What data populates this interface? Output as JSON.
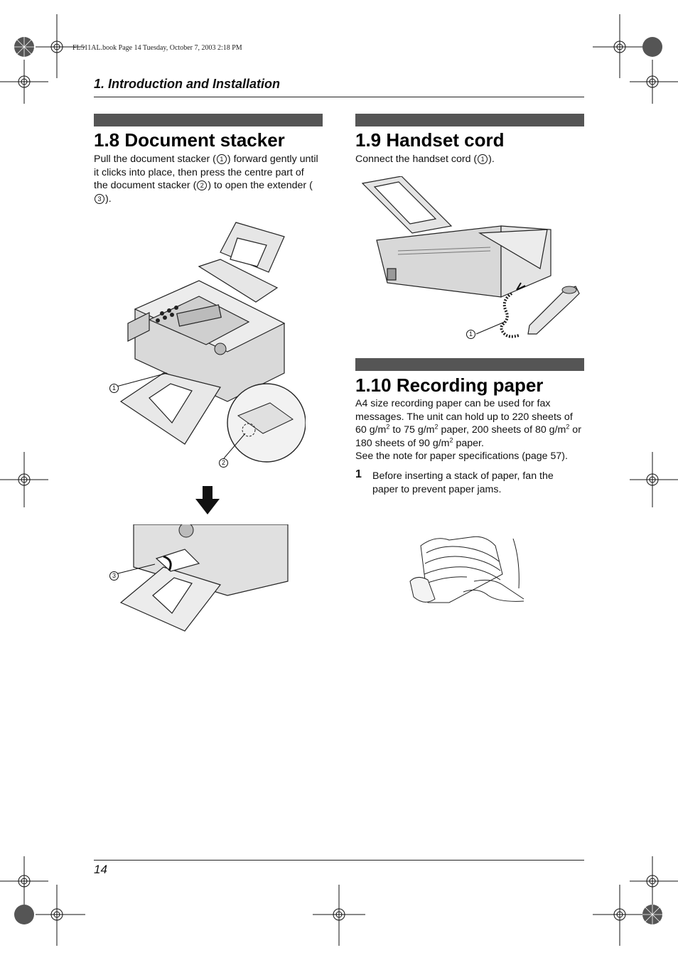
{
  "print_slug": "FL511AL.book  Page 14  Tuesday, October 7, 2003  2:18 PM",
  "chapter_title": "1. Introduction and Installation",
  "page_number": "14",
  "sections": {
    "document_stacker": {
      "title": "1.8 Document stacker",
      "text_1": "Pull the document stacker (",
      "text_2": ") forward gently until it clicks into place, then press the centre part of the document stacker (",
      "text_3": ") to open the extender (",
      "text_4": ").",
      "marker_1": "1",
      "marker_2": "2",
      "marker_3": "3"
    },
    "handset_cord": {
      "title": "1.9 Handset cord",
      "text_1": "Connect the handset cord (",
      "text_2": ").",
      "marker_1": "1"
    },
    "recording_paper": {
      "title": "1.10 Recording paper",
      "p1_a": "A4 size recording paper can be used for fax messages. The unit can hold up to 220 sheets of 60 g/m",
      "p1_b": " to 75 g/m",
      "p1_c": " paper, 200 sheets of 80 g/m",
      "p1_d": " or 180 sheets of 90 g/m",
      "p1_e": " paper.",
      "superscript": "2",
      "p2": "See the note for paper specifications (page 57).",
      "step_number": "1",
      "step_text": "Before inserting a stack of paper, fan the paper to prevent paper jams."
    }
  },
  "figure_callouts": {
    "stacker_1": "1",
    "stacker_2": "2",
    "stacker_3": "3",
    "handset_1": "1"
  }
}
